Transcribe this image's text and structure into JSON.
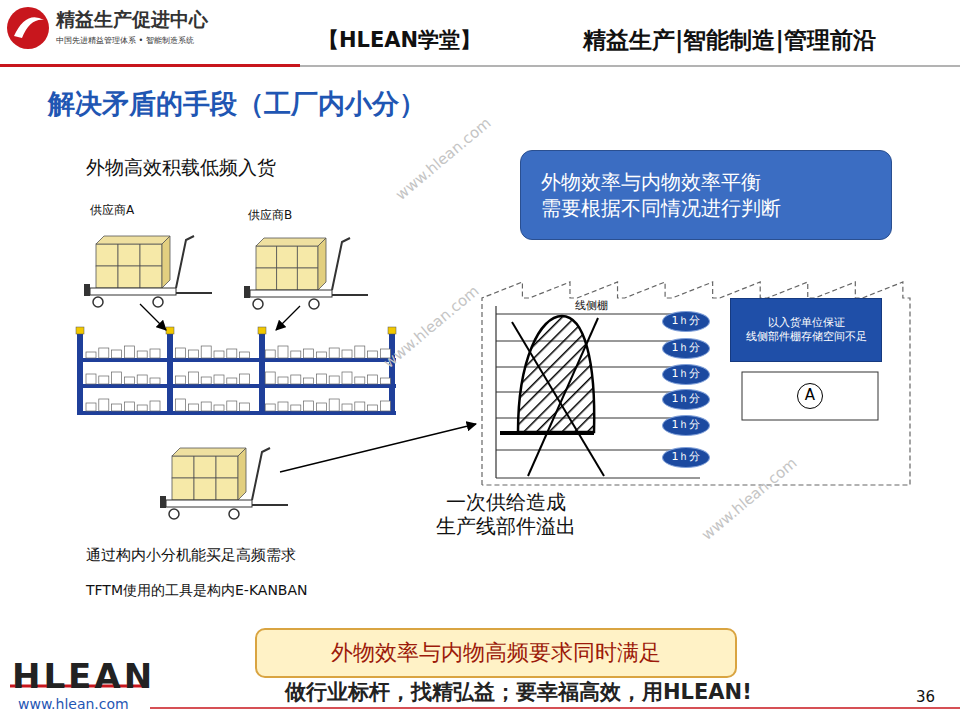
{
  "diagram": {
    "title": "解决矛盾的手段（工厂内小分）",
    "nodes": [
      {
        "text": [
          "外物效率与内物效率平衡 需要根据不同情况进行判断"
        ]
      },
      {
        "text": [
          "1ｈ分"
        ]
      },
      {
        "text": [
          "1ｈ分"
        ]
      },
      {
        "text": [
          "1ｈ分"
        ]
      },
      {
        "text": [
          "1ｈ分"
        ]
      },
      {
        "text": [
          "1ｈ分"
        ]
      },
      {
        "text": [
          "1ｈ分"
        ]
      },
      {
        "text": [
          "以入货单位保证 线侧部件棚存储空间不足"
        ]
      },
      {
        "text": [
          "A"
        ]
      },
      {
        "text": [
          "外物效率与内物高频要求同时满足"
        ]
      }
    ],
    "labels": [
      "精益生产促进中心",
      "中国先进精益管理体系 • 智能制造系统",
      "【HLEAN学堂】",
      "精益生产|智能制造|管理前沿",
      "外物高效积载低频入货",
      "供应商A",
      "供应商B",
      "线侧棚",
      "一次供给造成 生产线部件溢出",
      "通过构内小分机能买足高频需求",
      "TFTM使用的工具是构内E-KANBAN",
      "HLEAN",
      "www.hlean.com",
      "做行业标杆，找精弘益；要幸福高效，用HLEAN!",
      "36",
      "www.hlean.com",
      "www.hlean.com",
      "www.hlean.com"
    ]
  }
}
